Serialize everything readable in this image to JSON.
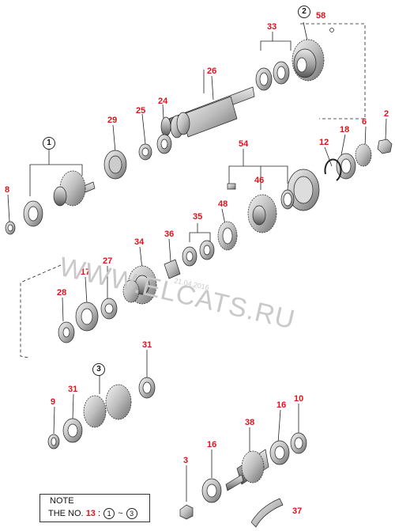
{
  "callouts": [
    "58",
    "33",
    "26",
    "24",
    "25",
    "29",
    "2",
    "6",
    "18",
    "12",
    "54",
    "8",
    "46",
    "48",
    "35",
    "36",
    "34",
    "27",
    "17",
    "28",
    "31",
    "9",
    "31",
    "16",
    "10",
    "38",
    "16",
    "3",
    "37"
  ],
  "circled_groups": [
    "2",
    "1",
    "3"
  ],
  "watermark": {
    "url": "WWW.ELCATS.RU",
    "date": "21.04.2016"
  },
  "note": {
    "title": "NOTE",
    "prefix": "THE NO.",
    "number": "13",
    "sep": ":",
    "from": "1",
    "tilde": "~",
    "to": "3"
  },
  "colors": {
    "callout": "#d8141c",
    "line": "#222222",
    "watermark": "#c9c9c9"
  }
}
